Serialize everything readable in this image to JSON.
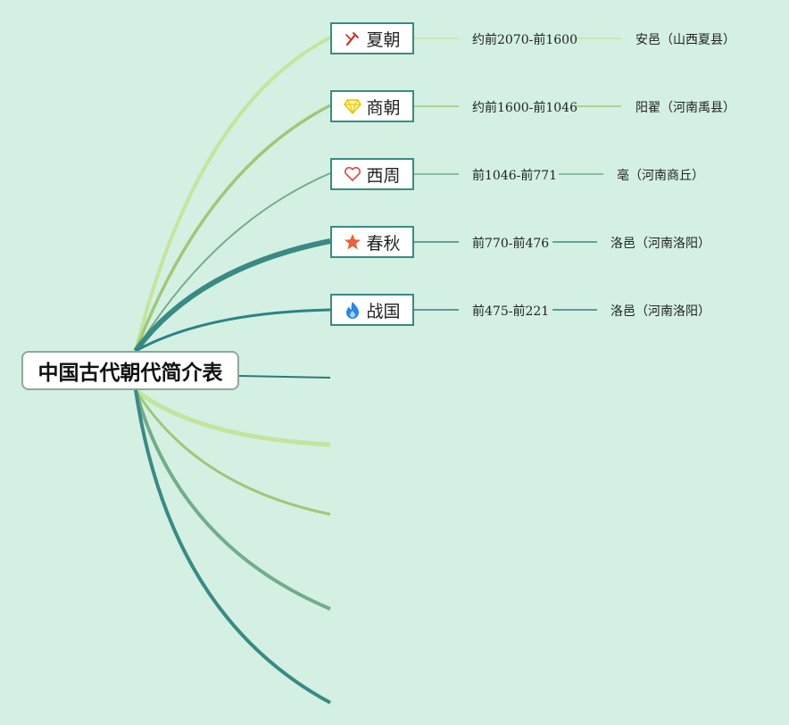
{
  "diagram": {
    "title": "中国古代朝代简介表",
    "branches": [
      {
        "name": "夏朝",
        "icon": "tools-icon",
        "period": "约前2070-前1600",
        "capital": "安邑（山西夏县）"
      },
      {
        "name": "商朝",
        "icon": "diamond-icon",
        "period": "约前1600-前1046",
        "capital": "阳翟（河南禹县）"
      },
      {
        "name": "西周",
        "icon": "heart-icon",
        "period": "前1046-前771",
        "capital": "亳（河南商丘）"
      },
      {
        "name": "春秋",
        "icon": "star-icon",
        "period": "前770-前476",
        "capital": "洛邑（河南洛阳）"
      },
      {
        "name": "战国",
        "icon": "flame-icon",
        "period": "前475-前221",
        "capital": "洛邑（河南洛阳）"
      }
    ]
  },
  "colors": {
    "background": "#d4f0e2",
    "node_border": "#3a8a84",
    "light_green": "#c3e59e",
    "mid_green": "#9fc878",
    "sage": "#72ad8a",
    "teal": "#3a8a84",
    "teal_dark": "#2b8383"
  }
}
